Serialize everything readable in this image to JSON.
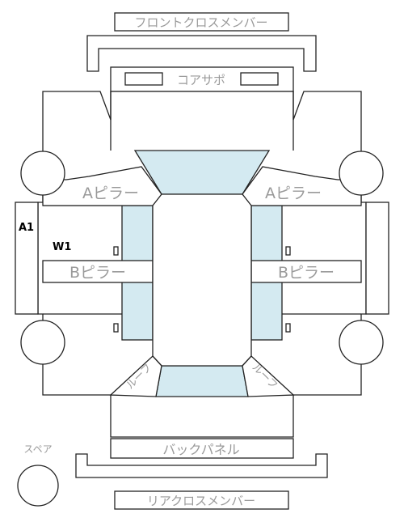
{
  "labels": {
    "front_cross_member": "フロントクロスメンバー",
    "core_support": "コアサポ",
    "a_pillar_left": "Aピラー",
    "a_pillar_right": "Aピラー",
    "b_pillar_left": "Bピラー",
    "b_pillar_right": "Bピラー",
    "roof_left": "ルーフ",
    "roof_right": "ルーフ",
    "back_panel": "バックパネル",
    "rear_cross_member": "リアクロスメンバー",
    "spare": "スペア"
  },
  "markers": {
    "a1": "A1",
    "w1": "W1"
  },
  "colors": {
    "glass": "#d4eaf1",
    "outline": "#222222",
    "label": "#9a9a9a"
  }
}
